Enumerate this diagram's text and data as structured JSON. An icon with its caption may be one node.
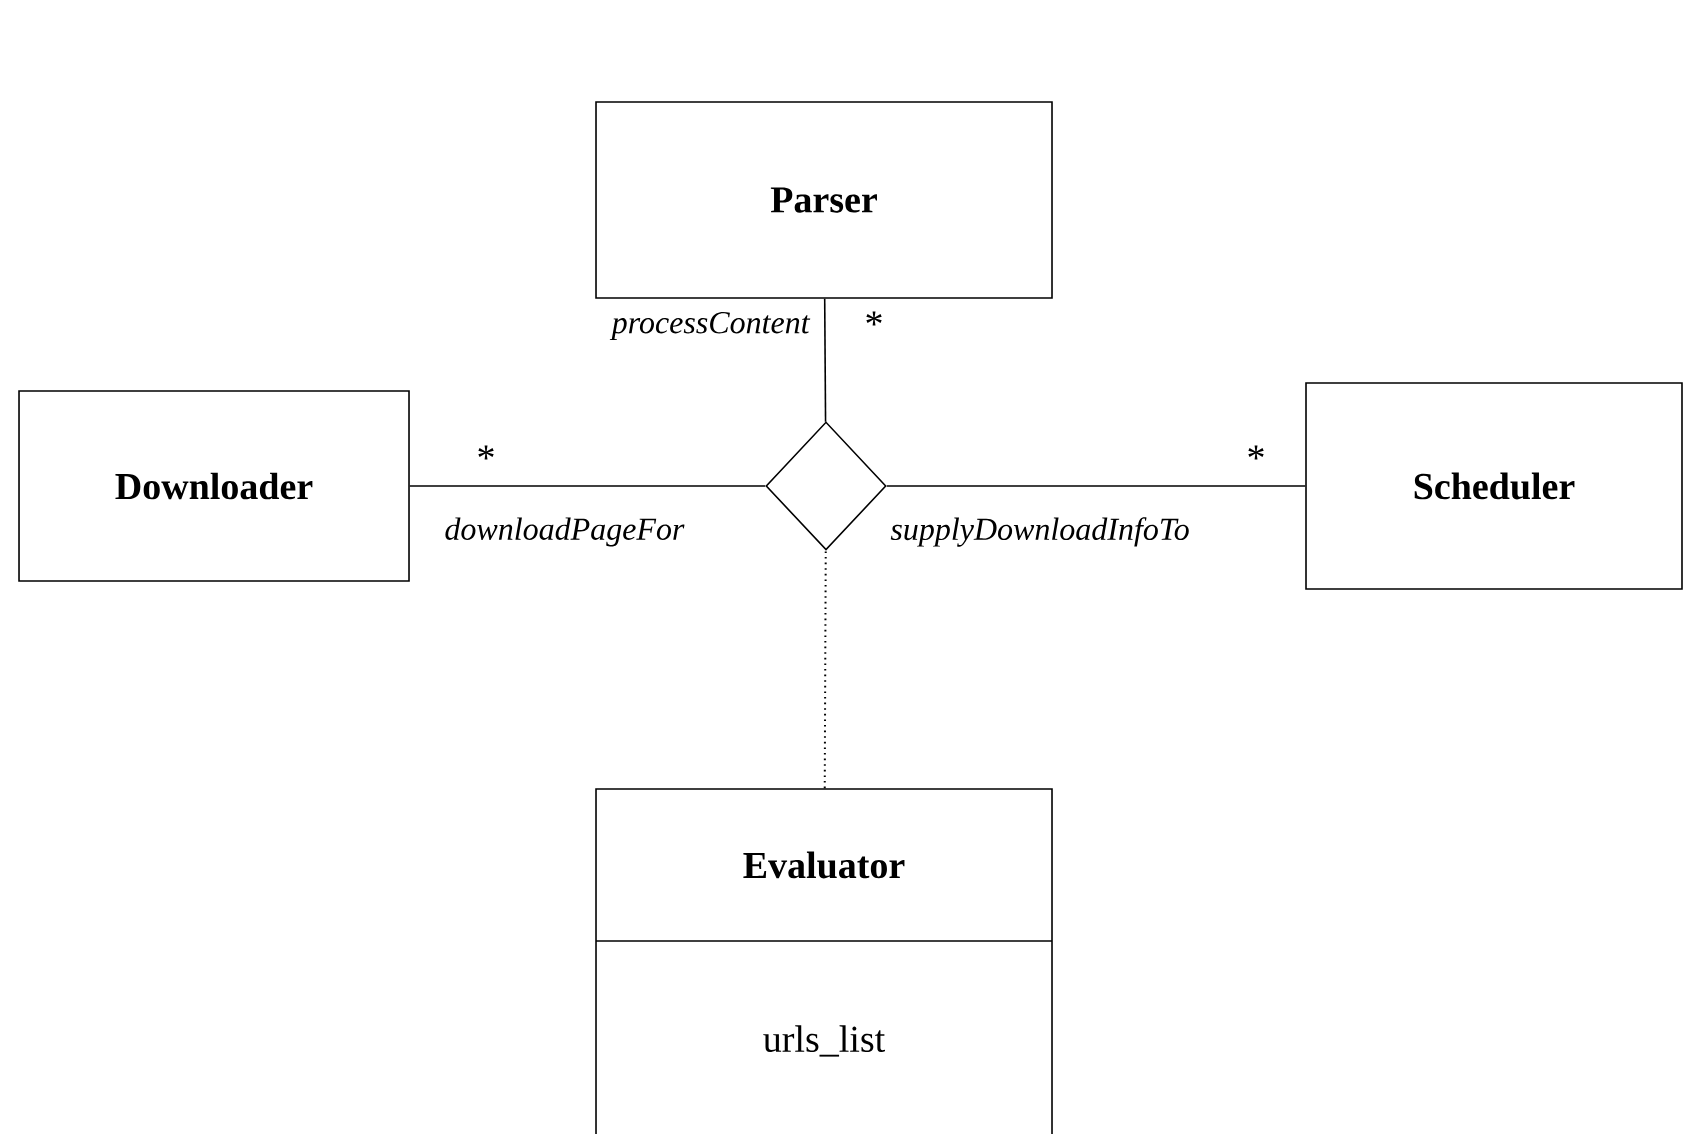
{
  "diagram": {
    "nodes": [
      {
        "text": [
          "Parser"
        ]
      },
      {
        "text": [
          "Downloader"
        ]
      },
      {
        "text": [],
        "shape": "diamond"
      },
      {
        "text": [
          "Scheduler"
        ]
      },
      {
        "text": [
          "Evaluator",
          "urls_list"
        ]
      }
    ],
    "edges": [
      {
        "from": 2,
        "to": 0,
        "arrow": "none",
        "label": "processContent"
      },
      {
        "from": 2,
        "to": 1,
        "arrow": "none",
        "label": "downloadPageFor"
      },
      {
        "from": 2,
        "to": 3,
        "arrow": "none",
        "label": "supplyDownloadInfoTo"
      },
      {
        "from": 4,
        "to": 2,
        "arrow": "none",
        "style": "dashed"
      }
    ],
    "labels": [
      "*",
      "*",
      "*"
    ]
  }
}
